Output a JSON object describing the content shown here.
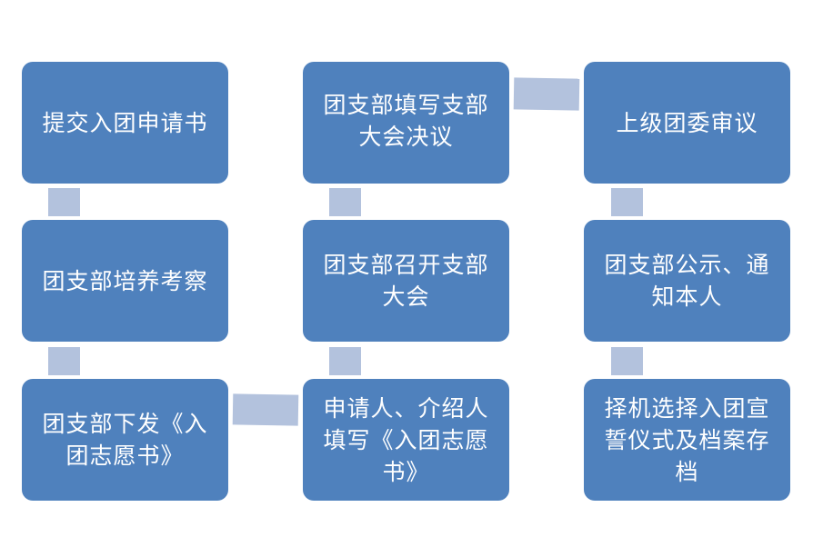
{
  "colors": {
    "box": "#4f81bd",
    "connector": "#b3c2dd",
    "text": "#ffffff"
  },
  "steps": [
    {
      "label": "提交入团申请书"
    },
    {
      "label": "团支部培养考察"
    },
    {
      "label": "团支部下发《入团志愿书》"
    },
    {
      "label": "申请人、介绍人填写《入团志愿书》"
    },
    {
      "label": "团支部召开支部大会"
    },
    {
      "label": "团支部填写支部大会决议"
    },
    {
      "label": "上级团委审议"
    },
    {
      "label": "团支部公示、通知本人"
    },
    {
      "label": "择机选择入团宣誓仪式及档案存档"
    }
  ]
}
